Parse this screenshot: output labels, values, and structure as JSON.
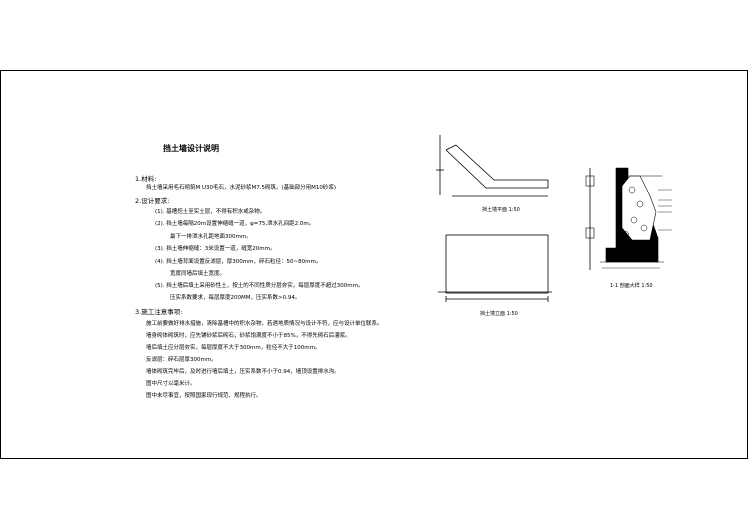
{
  "title": "挡土墙设计说明",
  "sections": {
    "s1_heading": "1.材料:",
    "s1_line1": "挡土墙采用毛石砌筑M U30毛石，水泥砂浆M7.5砌筑。(基础部分用M10砂浆)",
    "s2_heading": "2.设计要求:",
    "s2_item1": "(1). 基槽挖土至实土层，不得有积水或杂物。",
    "s2_item2a": "(2). 挡土墙每隔20m设置伸缩缝一道，φ=75,泄水孔间距2.0m。",
    "s2_item2b": "最下一排泄水孔距地面300mm。",
    "s2_item3": "(3). 挡土墙伸缩缝：3米设置一道，缝宽20mm。",
    "s2_item4a": "(4). 挡土墙背面设置反滤层，厚300mm，碎石粒径：50~80mm。",
    "s2_item4b": "宽度同墙后填土宽度。",
    "s2_item5a": "(5). 挡土墙后填土采用砂性土，按土的不同性质分层夯实，每层厚度不超过300mm。",
    "s2_item5b": "压实系数要求，每层厚度200MM，压实系数>0.94。",
    "s3_heading": "3.施工注意事项:",
    "s3_lines": [
      "施工前要做好排水措施，清除基槽中的积水杂物，若遇地质情况与设计不符，应与设计单位联系。",
      "墙身砌体砌筑时，应先铺砂浆后砌石，砂浆饱满度不小于85%，不得先砌石后灌浆。",
      "墙后填土应分层夯实，每层厚度不大于300mm，粒径不大于100mm。",
      "反滤层：碎石层厚300mm。",
      "墙体砌筑完毕后，及时进行墙后填土，压实系数不小于0.94，墙顶设置排水沟。",
      "图中尺寸以毫米计。",
      "图中未尽事宜，按照国家现行规范、规程执行。"
    ]
  },
  "drawings": {
    "plan_caption": "挡土墙平面 1:50",
    "elevation_caption": "挡土墙立面 1:50",
    "section_caption": "1-1 剖面大样 1:50"
  }
}
